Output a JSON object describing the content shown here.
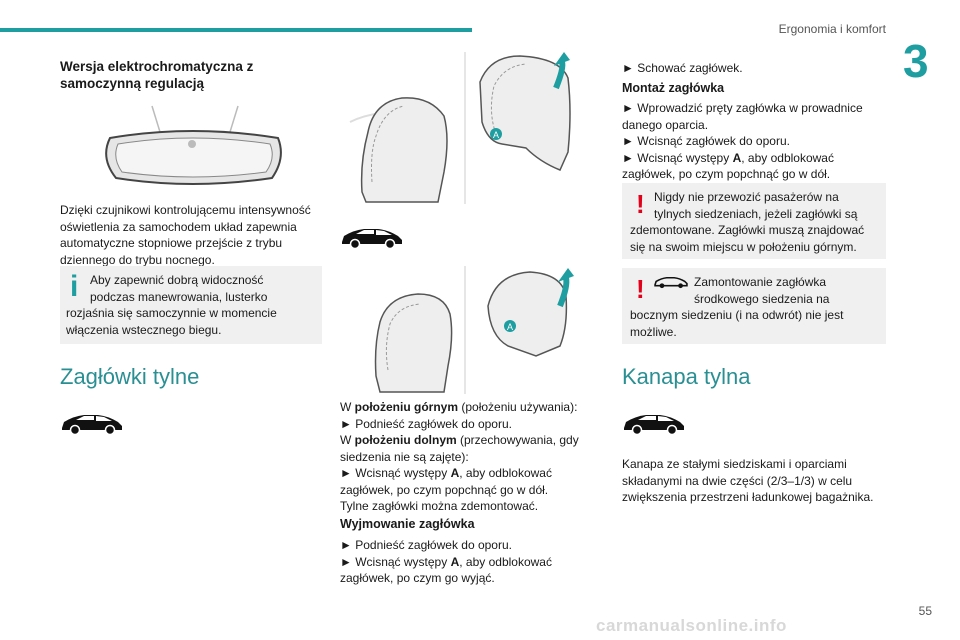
{
  "header": {
    "section_title": "Ergonomia i komfort",
    "chapter_number": "3",
    "page_number": "55"
  },
  "col1": {
    "heading": [
      "Wersja elektrochromatyczna z",
      "samoczynną regulacją"
    ],
    "para": [
      "Dzięki czujnikowi kontrolującemu intensywność",
      "oświetlenia za samochodem układ zapewnia",
      "automatyczne stopniowe przejście z trybu",
      "dziennego do trybu nocnego."
    ],
    "info": [
      "Aby zapewnić dobrą widoczność",
      "podczas manewrowania, lusterko",
      "rozjaśnia się samoczynnie w momencie",
      "włączenia wstecznego biegu."
    ],
    "section_heading": "Zagłówki tylne"
  },
  "col2": {
    "label_a": "A",
    "para1": [
      {
        "pre": "W ",
        "bold": "położeniu górnym",
        "post": " (położeniu używania):"
      },
      {
        "pre": "► Podnieść zagłówek do oporu.",
        "bold": "",
        "post": ""
      },
      {
        "pre": "W ",
        "bold": "położeniu dolnym",
        "post": " (przechowywania, gdy"
      },
      {
        "pre": "siedzenia nie są zajęte):",
        "bold": "",
        "post": ""
      },
      {
        "pre": "► Wcisnąć występy ",
        "bold": "A",
        "post": ", aby odblokować"
      },
      {
        "pre": "zagłówek, po czym popchnąć go w dół.",
        "bold": "",
        "post": ""
      },
      {
        "pre": "Tylne zagłówki można zdemontować.",
        "bold": "",
        "post": ""
      }
    ],
    "subheading": "Wyjmowanie zagłówka",
    "para2": [
      {
        "pre": "► Podnieść zagłówek do oporu.",
        "bold": "",
        "post": ""
      },
      {
        "pre": "► Wcisnąć występy ",
        "bold": "A",
        "post": ", aby odblokować"
      },
      {
        "pre": "zagłówek, po czym go wyjąć.",
        "bold": "",
        "post": ""
      }
    ]
  },
  "col3": {
    "line1": "► Schować zagłówek.",
    "subheading": "Montaż zagłówka",
    "para": [
      {
        "pre": "► Wprowadzić pręty zagłówka w prowadnice",
        "bold": "",
        "post": ""
      },
      {
        "pre": "danego oparcia.",
        "bold": "",
        "post": ""
      },
      {
        "pre": "► Wcisnąć zagłówek do oporu.",
        "bold": "",
        "post": ""
      },
      {
        "pre": "► Wcisnąć występy ",
        "bold": "A",
        "post": ", aby odblokować"
      },
      {
        "pre": "zagłówek, po czym popchnąć go w dół.",
        "bold": "",
        "post": ""
      }
    ],
    "warning1": [
      "Nigdy nie przewozić pasażerów na",
      "tylnych siedzeniach, jeżeli zagłówki są",
      "zdemontowane. Zagłówki muszą znajdować",
      "się na swoim miejscu w położeniu górnym."
    ],
    "warning2": [
      "Zamontowanie zagłówka",
      "środkowego siedzenia na",
      "bocznym siedzeniu (i na odwrót) nie jest",
      "możliwe."
    ],
    "section_heading": "Kanapa tylna",
    "para2": [
      "Kanapa ze stałymi siedziskami i oparciami",
      "składanymi na dwie części (2/3–1/3) w celu",
      "zwiększenia przestrzeni ładunkowej bagażnika."
    ]
  },
  "watermark": "carmanualsonline.info",
  "colors": {
    "accent": "#1e9ea0",
    "warning": "#e2001a",
    "box": "#f0f0f0"
  }
}
